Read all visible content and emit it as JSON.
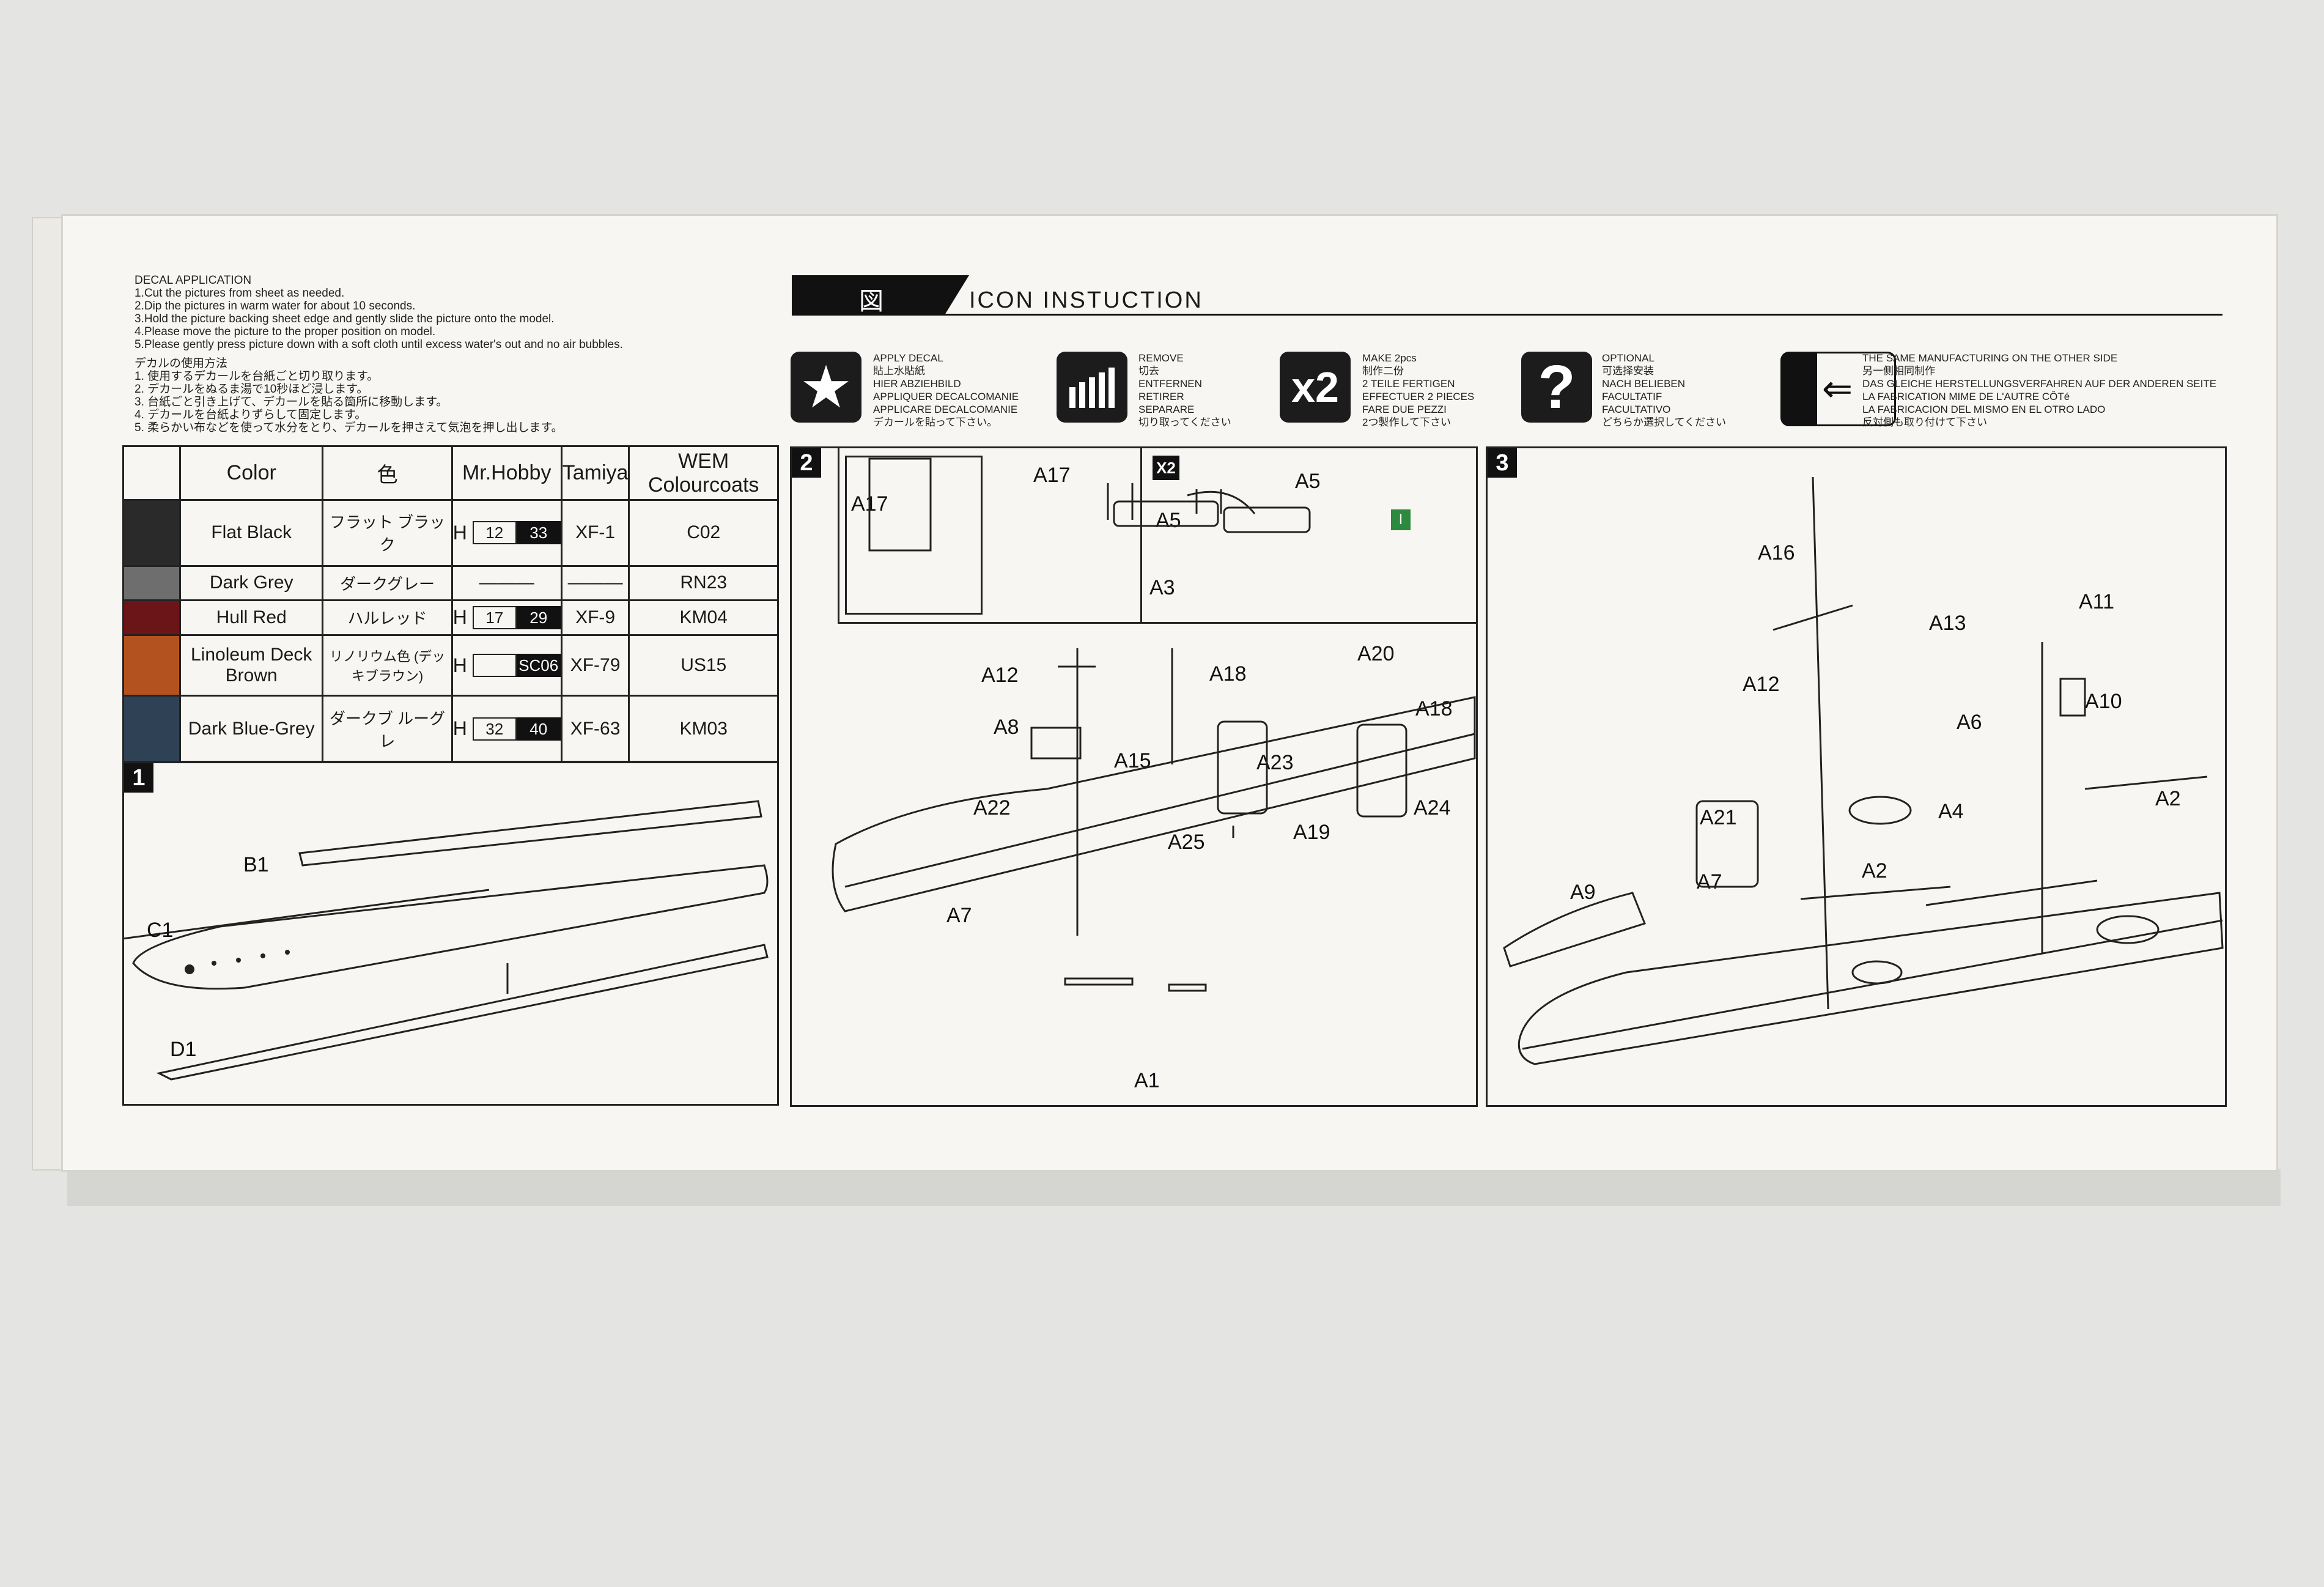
{
  "decal": {
    "title": "DECAL APPLICATION",
    "en_lines": [
      "1.Cut the pictures from sheet as needed.",
      "2.Dip the pictures in warm water for about  10 seconds.",
      "3.Hold the picture backing sheet edge and gently slide the picture onto the model.",
      "4.Please move the picture to the proper position on model.",
      "5.Please gently press picture down with a soft cloth until excess water's out and no air bubbles."
    ],
    "jp_title": "デカルの使用方法",
    "jp_lines": [
      "1. 使用するデカールを台紙ごと切り取ります。",
      "2. デカールをぬるま湯で10秒ほど浸します。",
      "3. 台紙ごと引き上げて、デカールを貼る箇所に移動します。",
      "4. デカールを台紙よりずらして固定します。",
      "5. 柔らかい布などを使って水分をとり、デカールを押さえて気泡を押し出します。"
    ]
  },
  "icon_header": {
    "glyph": "図",
    "title": "ICON INSTUCTION"
  },
  "icons": [
    {
      "icon": "star-icon",
      "glyph": "★",
      "lines": [
        "APPLY DECAL",
        "貼上水貼紙",
        "HIER ABZIEHBILD",
        "APPLIQUER DECALCOMANIE",
        "APPLICARE DECALCOMANIE",
        "デカールを貼って下さい。"
      ]
    },
    {
      "icon": "remove-icon",
      "glyph": "",
      "lines": [
        "REMOVE",
        "切去",
        "ENTFERNEN",
        "RETIRER",
        "SEPARARE",
        "切り取ってください"
      ]
    },
    {
      "icon": "x2-icon",
      "glyph": "x2",
      "lines": [
        "MAKE 2pcs",
        "制作二份",
        "2 TEILE FERTIGEN",
        "EFFECTUER 2 PIECES",
        "FARE DUE PEZZI",
        "2つ製作して下さい"
      ]
    },
    {
      "icon": "question-icon",
      "glyph": "?",
      "lines": [
        "OPTIONAL",
        "可选择安装",
        "NACH BELIEBEN",
        "FACULTATIF",
        "FACULTATIVO",
        "どちらか選択してください"
      ]
    },
    {
      "icon": "other-side-icon",
      "glyph": "⇐",
      "lines": [
        "THE SAME MANUFACTURING ON THE OTHER SIDE",
        "另一侧相同制作",
        "DAS GLEICHE HERSTELLUNGSVERFAHREN AUF DER ANDEREN SEITE",
        "LA FABRICATION MIME DE L'AUTRE CÔTé",
        "LA FABRICACION DEL MISMO EN EL OTRO LADO",
        "反対側も取り付けて下さい"
      ]
    }
  ],
  "color_table": {
    "headers": [
      "Color",
      "色",
      "Mr.Hobby",
      "Tamiya",
      "WEM Colourcoats"
    ],
    "rows": [
      {
        "swatch": "#2a2a2a",
        "name": "Flat Black",
        "jp": "フラット ブラック",
        "h": "H",
        "h1": "12",
        "h2": "33",
        "tamiya": "XF-1",
        "wem": "C02"
      },
      {
        "swatch": "#6e6e6e",
        "name": "Dark Grey",
        "jp": "ダークグレー",
        "h": "",
        "h1": "",
        "h2": "",
        "tamiya": "———",
        "wem": "RN23",
        "mrdash": "———"
      },
      {
        "swatch": "#6b1518",
        "name": "Hull Red",
        "jp": "ハルレッド",
        "h": "H",
        "h1": "17",
        "h2": "29",
        "tamiya": "XF-9",
        "wem": "KM04"
      },
      {
        "swatch": "#b4521f",
        "name": "Linoleum Deck Brown",
        "jp": "リノリウム色 (デッキブラウン)",
        "h": "H",
        "h1": "",
        "h2": "SC06",
        "tamiya": "XF-79",
        "wem": "US15"
      },
      {
        "swatch": "#2f4255",
        "name": "Dark Blue-Grey",
        "jp": "ダークブ ルーグレ",
        "h": "H",
        "h1": "32",
        "h2": "40",
        "tamiya": "XF-63",
        "wem": "KM03"
      }
    ]
  },
  "steps": {
    "s1": {
      "no": "1",
      "parts": [
        "B1",
        "C1",
        "D1"
      ]
    },
    "s2": {
      "no": "2",
      "parts": [
        "A17",
        "A17",
        "A5",
        "A5",
        "A3",
        "A12",
        "A8",
        "A22",
        "A7",
        "A15",
        "A18",
        "A23",
        "A25",
        "A20",
        "A18",
        "A24",
        "A19",
        "A1"
      ],
      "x2": "X2",
      "opt": "I"
    },
    "s3": {
      "no": "3",
      "parts": [
        "A16",
        "A13",
        "A11",
        "A12",
        "A10",
        "A6",
        "A21",
        "A4",
        "A2",
        "A9",
        "A7",
        "A2"
      ]
    }
  },
  "colors": {
    "panel": "#f7f6f2",
    "ink": "#1a1a1a"
  }
}
